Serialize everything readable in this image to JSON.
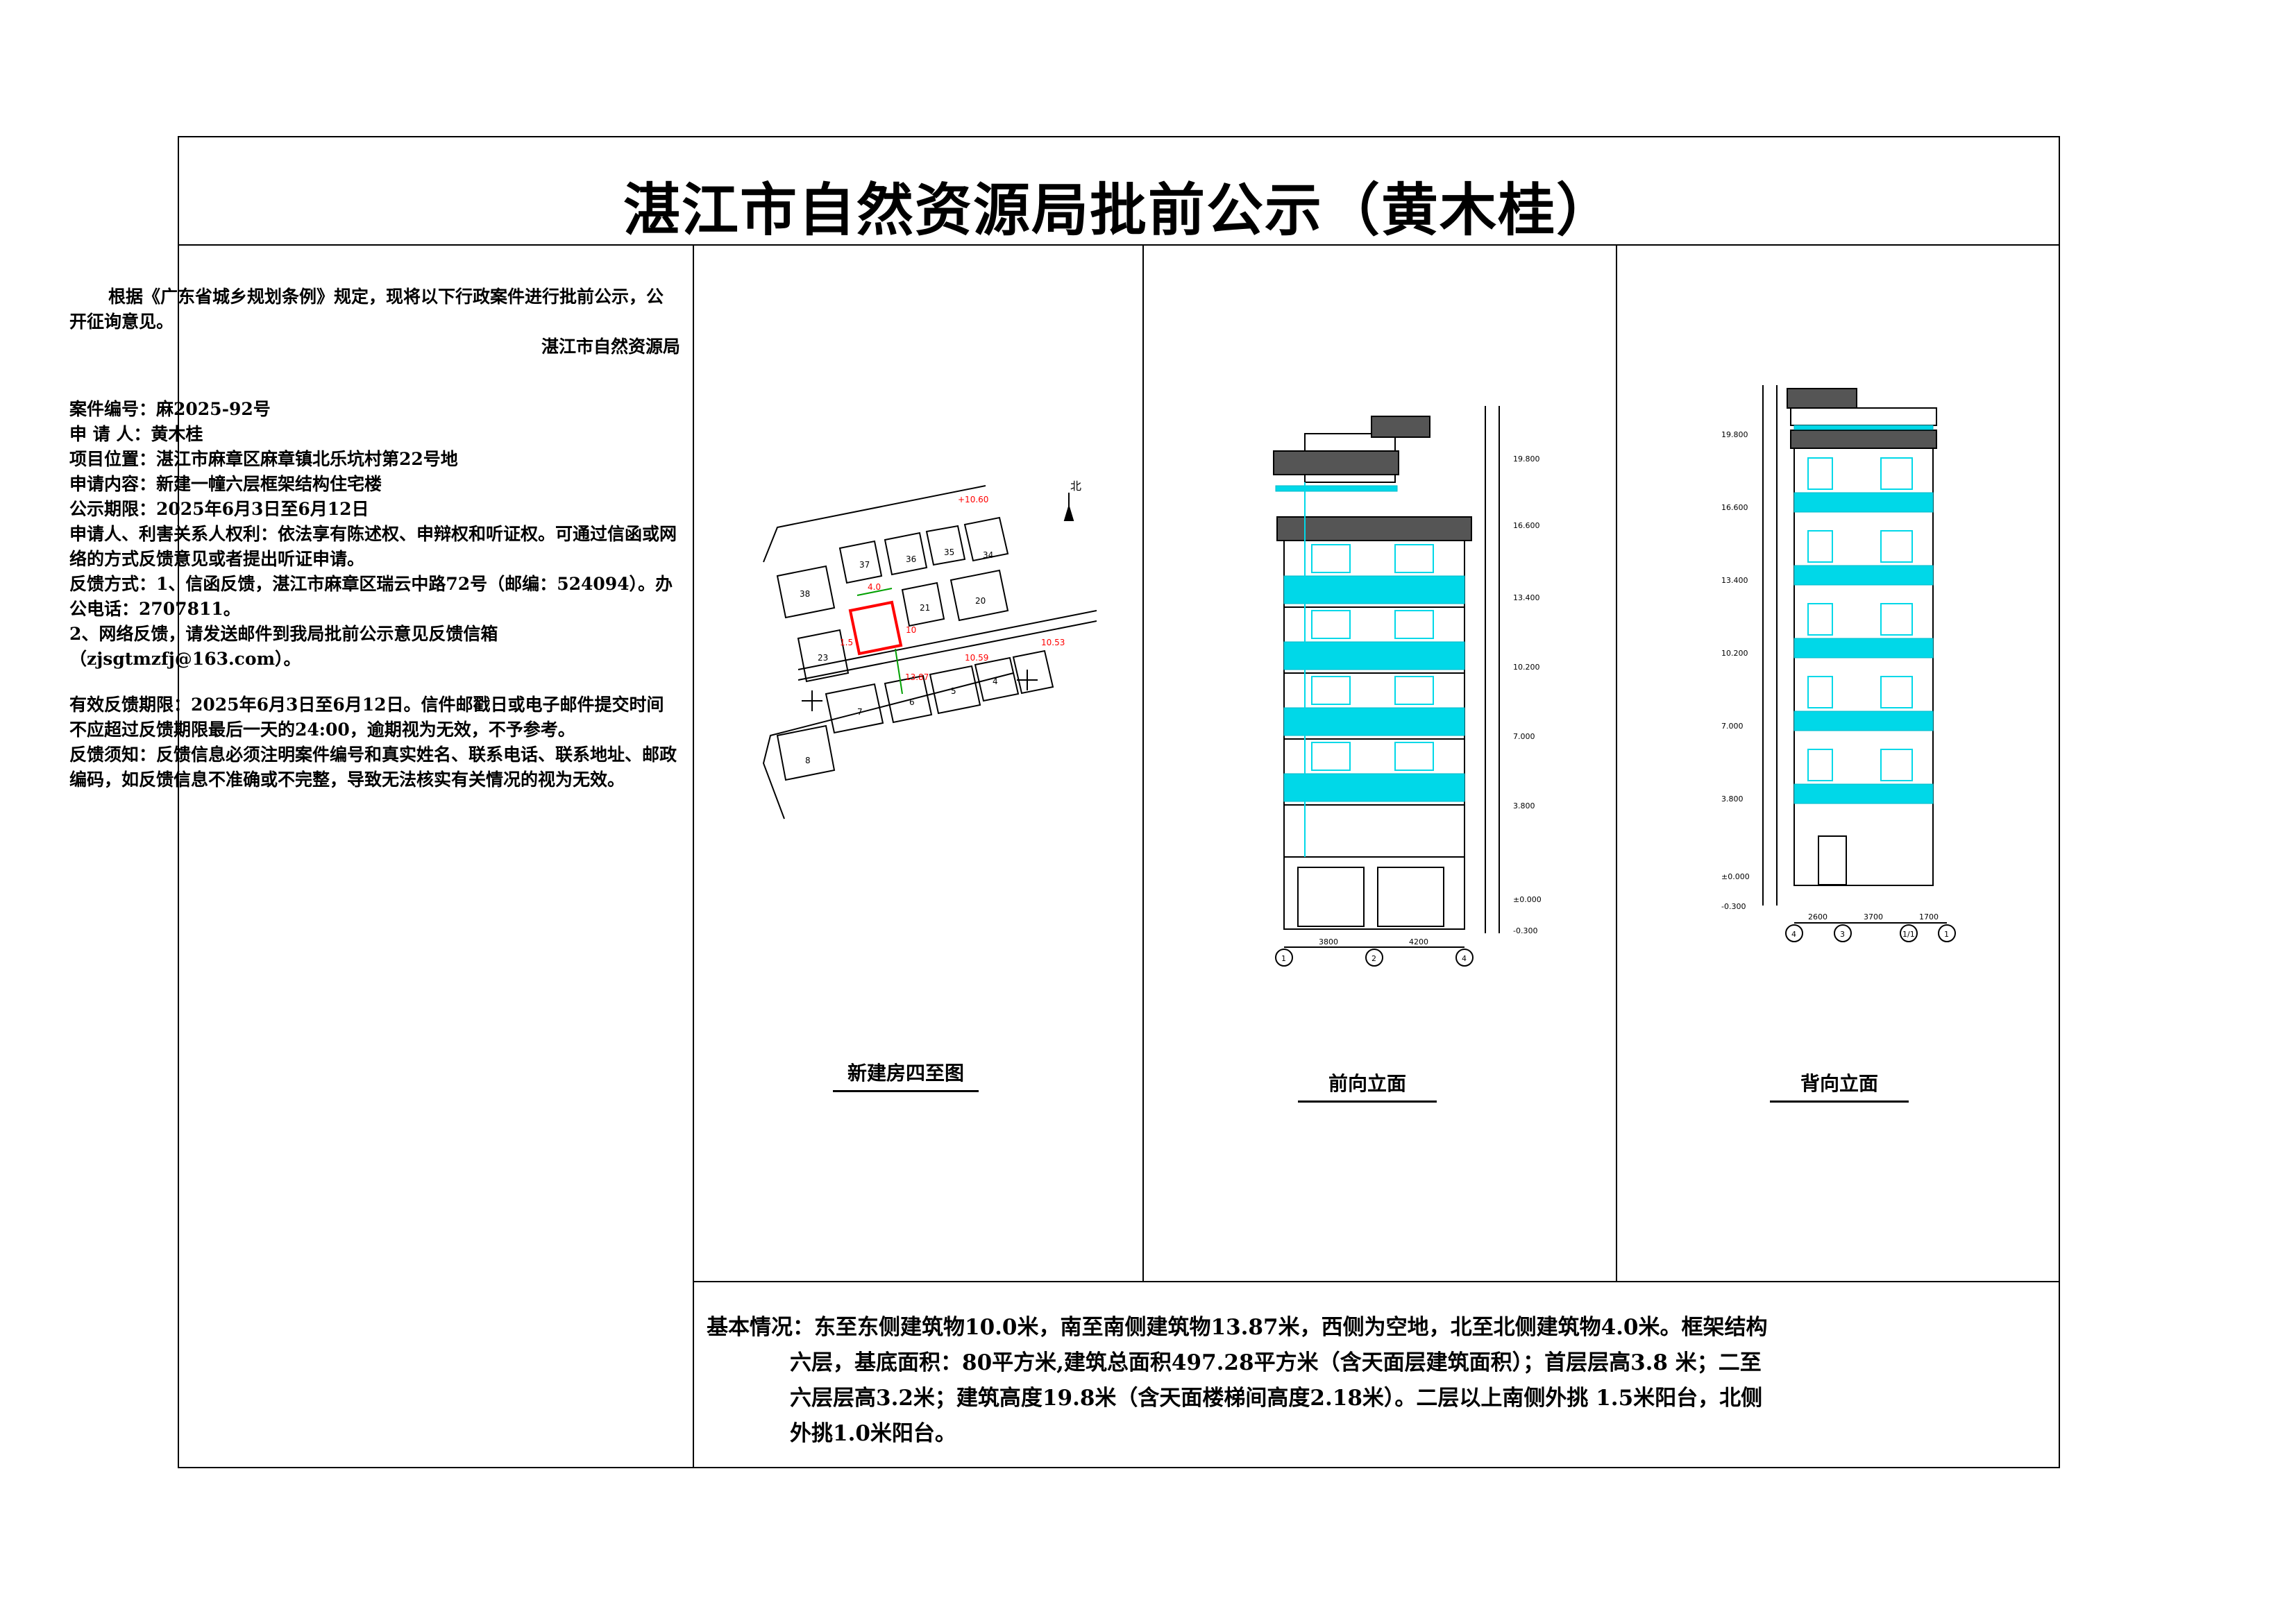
{
  "title": "湛江市自然资源局批前公示（黄木桂）",
  "left_panel": {
    "intro": "根据《广东省城乡规划条例》规定，现将以下行政案件进行批前公示，公开征询意见。",
    "signature": "湛江市自然资源局",
    "case_no": "案件编号：麻2025-92号",
    "applicant": "申 请 人：黄木桂",
    "location": "项目位置：湛江市麻章区麻章镇北乐坑村第22号地",
    "content": "申请内容：新建一幢六层框架结构住宅楼",
    "period": "公示期限：2025年6月3日至6月12日",
    "rights": "申请人、利害关系人权利：依法享有陈述权、申辩权和听证权。可通过信函或网络的方式反馈意见或者提出听证申请。",
    "feedback_mail": "反馈方式：1、信函反馈，湛江市麻章区瑞云中路72号（邮编：524094）。办公电话：2707811。",
    "feedback_net": "2、网络反馈，请发送邮件到我局批前公示意见反馈信箱（zjsgtmzfj@163.com）。",
    "valid_period": "有效反馈期限：2025年6月3日至6月12日。信件邮戳日或电子邮件提交时间不应超过反馈期限最后一天的24:00，逾期视为无效，不予参考。",
    "notice": "反馈须知：反馈信息必须注明案件编号和真实姓名、联系电话、联系地址、邮政编码，如反馈信息不准确或不完整，导致无法核实有关情况的视为无效。"
  },
  "site_plan": {
    "caption": "新建房四至图",
    "north_label": "北",
    "parcels": [
      "34",
      "35",
      "36",
      "37",
      "38",
      "21",
      "20",
      "23",
      "10",
      "8",
      "7",
      "6",
      "5",
      "4"
    ],
    "dims": [
      "+10.60",
      "10.59",
      "10.53",
      "13.87",
      "4.0",
      "1.5"
    ]
  },
  "front_elevation": {
    "caption": "前向立面",
    "levels": [
      "19.800",
      "16.600",
      "13.400",
      "10.200",
      "7.000",
      "3.800",
      "±0.000",
      "-0.300"
    ],
    "spans": [
      "3800",
      "4200"
    ],
    "axes": [
      "1",
      "2",
      "4"
    ]
  },
  "back_elevation": {
    "caption": "背向立面",
    "levels": [
      "19.800",
      "16.600",
      "13.400",
      "10.200",
      "7.000",
      "3.800",
      "±0.000",
      "-0.300"
    ],
    "spans": [
      "2600",
      "3700",
      "1700"
    ],
    "axes": [
      "4",
      "3",
      "1/1",
      "1"
    ]
  },
  "basic_info": {
    "line1": "基本情况：东至东侧建筑物10.0米，南至南侧建筑物13.87米，西侧为空地，北至北侧建筑物4.0米。框架结构",
    "line2": "六层，基底面积：80平方米,建筑总面积497.28平方米（含天面层建筑面积）；首层层高3.8 米；二至",
    "line3": "六层层高3.2米；建筑高度19.8米（含天面楼梯间高度2.18米）。二层以上南侧外挑 1.5米阳台，北侧",
    "line4": "外挑1.0米阳台。"
  },
  "colors": {
    "line": "#000000",
    "cyan": "#00d8e8",
    "red": "#ff0000",
    "green": "#00a000"
  }
}
